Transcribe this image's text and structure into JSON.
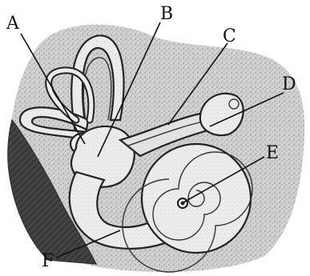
{
  "labels": {
    "A": "A",
    "B": "B",
    "C": "C",
    "D": "D",
    "E": "E",
    "F": "F"
  },
  "colors": {
    "bone": "#cfcfcf",
    "bone_dark": "#b4b4b4",
    "membrane": "#ececec",
    "membrane_shade": "#d8d8d8",
    "outline": "#222222",
    "dark_tissue": "#3a3a3a"
  }
}
